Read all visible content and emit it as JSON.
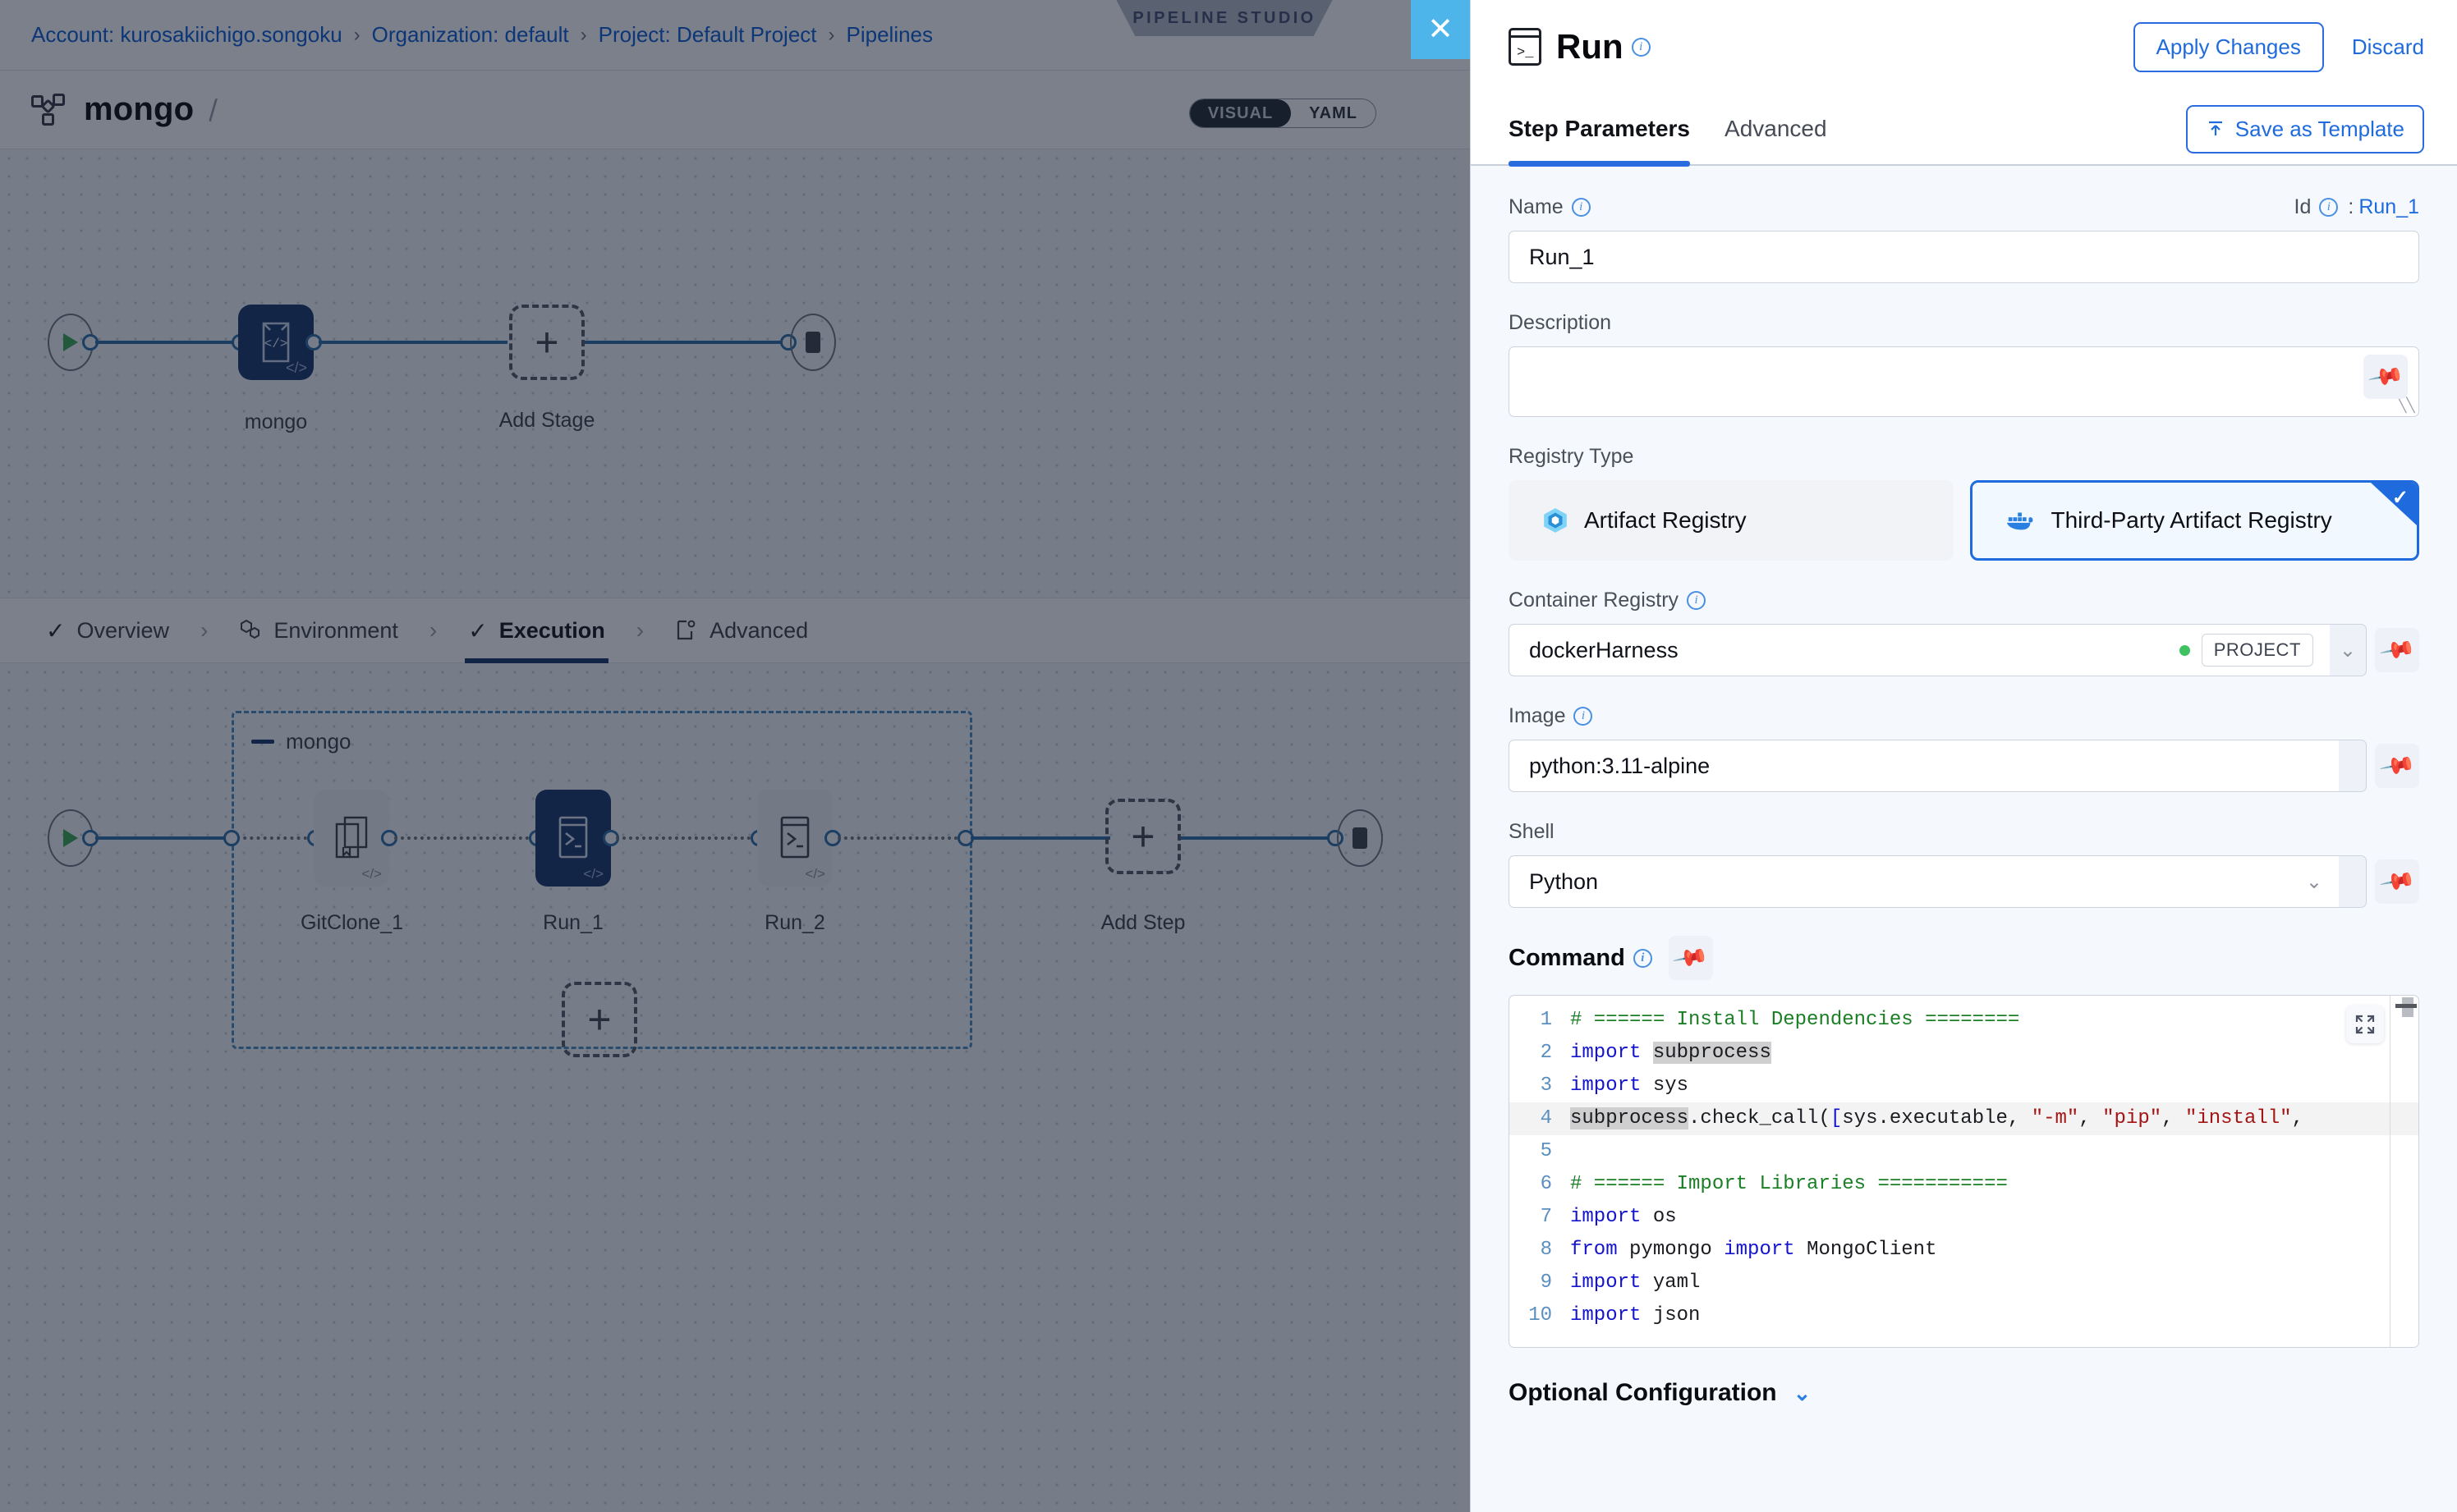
{
  "studio": {
    "breadcrumb": [
      {
        "label": "Account: kurosakiichigo.songoku"
      },
      {
        "label": "Organization: default"
      },
      {
        "label": "Project: Default Project"
      },
      {
        "label": "Pipelines"
      }
    ],
    "breadcrumb_separator": "›",
    "pipeline_name": "mongo",
    "studio_badge": "PIPELINE STUDIO",
    "view_toggle": {
      "visual": "VISUAL",
      "yaml": "YAML",
      "selected": "VISUAL"
    },
    "close_label": "✕",
    "top_graph": {
      "stage_label": "mongo",
      "add_stage_label": "Add Stage",
      "add_glyph": "+"
    },
    "tabs": [
      {
        "label": "Overview",
        "icon": "check-icon",
        "active": false
      },
      {
        "label": "Environment",
        "icon": "hex-icon",
        "active": false
      },
      {
        "label": "Execution",
        "icon": "check-icon",
        "active": true
      },
      {
        "label": "Advanced",
        "icon": "clipboard-gear-icon",
        "active": false
      }
    ],
    "tab_separator": "›",
    "execution_graph": {
      "group_title": "mongo",
      "steps": [
        {
          "label": "GitClone_1",
          "icon": "git-clone-icon",
          "selected": false
        },
        {
          "label": "Run_1",
          "icon": "terminal-icon",
          "selected": true
        },
        {
          "label": "Run_2",
          "icon": "terminal-icon",
          "selected": false
        }
      ],
      "add_step_label": "Add Step",
      "add_glyph": "+",
      "code_badge": "</>"
    }
  },
  "panel": {
    "title": "Run",
    "title_icon": "terminal-window-icon",
    "apply_label": "Apply Changes",
    "discard_label": "Discard",
    "tabs": [
      {
        "label": "Step Parameters",
        "active": true
      },
      {
        "label": "Advanced",
        "active": false
      }
    ],
    "save_template_label": "Save as Template",
    "save_template_icon": "upload-icon",
    "fields": {
      "name_label": "Name",
      "name_value": "Run_1",
      "id_label": "Id",
      "id_separator": ":",
      "id_value": "Run_1",
      "description_label": "Description",
      "description_value": "",
      "registry_type_label": "Registry Type",
      "registry_options": [
        {
          "label": "Artifact Registry",
          "icon": "harness-artifact-icon",
          "selected": false
        },
        {
          "label": "Third-Party Artifact Registry",
          "icon": "docker-icon",
          "selected": true
        }
      ],
      "container_registry_label": "Container Registry",
      "container_registry_value": "dockerHarness",
      "container_registry_scope": "PROJECT",
      "image_label": "Image",
      "image_value": "python:3.11-alpine",
      "shell_label": "Shell",
      "shell_value": "Python",
      "command_label": "Command"
    },
    "editor": {
      "lines": [
        {
          "n": "1",
          "tokens": [
            {
              "t": "# ====== Install Dependencies ========",
              "c": "tok-com"
            }
          ]
        },
        {
          "n": "2",
          "tokens": [
            {
              "t": "import ",
              "c": "tok-kw"
            },
            {
              "t": "subprocess",
              "c": "tok-hl"
            }
          ]
        },
        {
          "n": "3",
          "tokens": [
            {
              "t": "import ",
              "c": "tok-kw"
            },
            {
              "t": "sys",
              "c": ""
            }
          ]
        },
        {
          "n": "4",
          "current": true,
          "tokens": [
            {
              "t": "subprocess",
              "c": "tok-hl"
            },
            {
              "t": ".check_call(",
              "c": ""
            },
            {
              "t": "[",
              "c": "tok-pun"
            },
            {
              "t": "sys.executable, ",
              "c": ""
            },
            {
              "t": "\"-m\"",
              "c": "tok-str"
            },
            {
              "t": ", ",
              "c": ""
            },
            {
              "t": "\"pip\"",
              "c": "tok-str"
            },
            {
              "t": ", ",
              "c": ""
            },
            {
              "t": "\"install\"",
              "c": "tok-str"
            },
            {
              "t": ",",
              "c": ""
            }
          ]
        },
        {
          "n": "5",
          "tokens": [
            {
              "t": "",
              "c": ""
            }
          ]
        },
        {
          "n": "6",
          "tokens": [
            {
              "t": "# ====== Import Libraries ===========",
              "c": "tok-com"
            }
          ]
        },
        {
          "n": "7",
          "tokens": [
            {
              "t": "import ",
              "c": "tok-kw"
            },
            {
              "t": "os",
              "c": ""
            }
          ]
        },
        {
          "n": "8",
          "tokens": [
            {
              "t": "from ",
              "c": "tok-kw"
            },
            {
              "t": "pymongo ",
              "c": ""
            },
            {
              "t": "import ",
              "c": "tok-kw"
            },
            {
              "t": "MongoClient",
              "c": ""
            }
          ]
        },
        {
          "n": "9",
          "tokens": [
            {
              "t": "import ",
              "c": "tok-kw"
            },
            {
              "t": "yaml",
              "c": ""
            }
          ]
        },
        {
          "n": "10",
          "tokens": [
            {
              "t": "import ",
              "c": "tok-kw"
            },
            {
              "t": "json",
              "c": ""
            }
          ]
        }
      ],
      "expand_icon": "expand-icon"
    },
    "optional_configuration_label": "Optional Configuration",
    "optional_chevron": "⌄"
  },
  "colors": {
    "accent_blue": "#1f6bdd",
    "node_selected": "#17366b",
    "close_button": "#4db5ea",
    "panel_bg": "#f5f9fd",
    "edge_blue": "#2a6ea6",
    "comment_green": "#1a7f25",
    "string_red": "#a31515",
    "keyword_blue": "#1414cf"
  }
}
